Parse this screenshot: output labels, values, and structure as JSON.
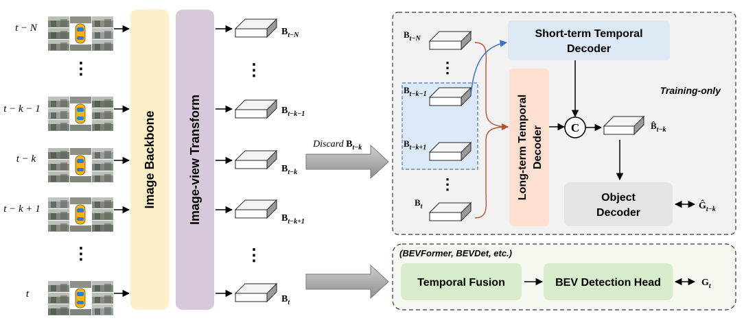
{
  "inputs": {
    "time_labels": [
      "t − N",
      "t − k − 1",
      "t − k",
      "t − k + 1",
      "t"
    ],
    "ellipsis": "⋮"
  },
  "stages": {
    "backbone": "Image Backbone",
    "view_transform": "Image-view Transform"
  },
  "bev_features": {
    "labels": [
      {
        "base": "B",
        "sub": "t−N"
      },
      {
        "base": "B",
        "sub": "t−k−1"
      },
      {
        "base": "B",
        "sub": "t−k"
      },
      {
        "base": "B",
        "sub": "t−k+1"
      },
      {
        "base": "B",
        "sub": "t"
      }
    ]
  },
  "discard": {
    "prefix": "Discard ",
    "base": "B",
    "sub": "t−k"
  },
  "training_panel": {
    "tag": "Training-only",
    "short_term_decoder": [
      "Short-term Temporal",
      "Decoder"
    ],
    "long_term_decoder": [
      "Long-term Temporal",
      "Decoder"
    ],
    "concat_symbol": "C",
    "object_decoder": [
      "Object",
      "Decoder"
    ],
    "stack_labels": [
      {
        "base": "B",
        "sub": "t−N"
      },
      {
        "base": "B",
        "sub": "t−k−1"
      },
      {
        "base": "B",
        "sub": "t−k+1"
      },
      {
        "base": "B",
        "sub": "t"
      }
    ],
    "pred_feature": {
      "base": "B̂",
      "sub": "t−k"
    },
    "pred_output": {
      "base": "Ĝ",
      "sub": "t−k"
    }
  },
  "inference_panel": {
    "tag": "(BEVFormer, BEVDet, etc.)",
    "temporal_fusion": "Temporal Fusion",
    "detection_head": "BEV Detection Head",
    "output": {
      "base": "G",
      "sub": "t"
    }
  },
  "colors": {
    "backbone": "#fdf0c8",
    "view_transform": "#d8c8dc",
    "short_term": "#dde8f5",
    "long_term": "#fde0d0",
    "object_decoder": "#e4e4e4",
    "temporal_fusion": "#d7eccb",
    "panel_training": "#f2f2f2",
    "panel_inference": "#f5f8ef",
    "window": "#dce9f6",
    "window_border": "#4a78c4",
    "orange_arrow": "#b8522a",
    "blue_arrow": "#3a6fc4"
  }
}
